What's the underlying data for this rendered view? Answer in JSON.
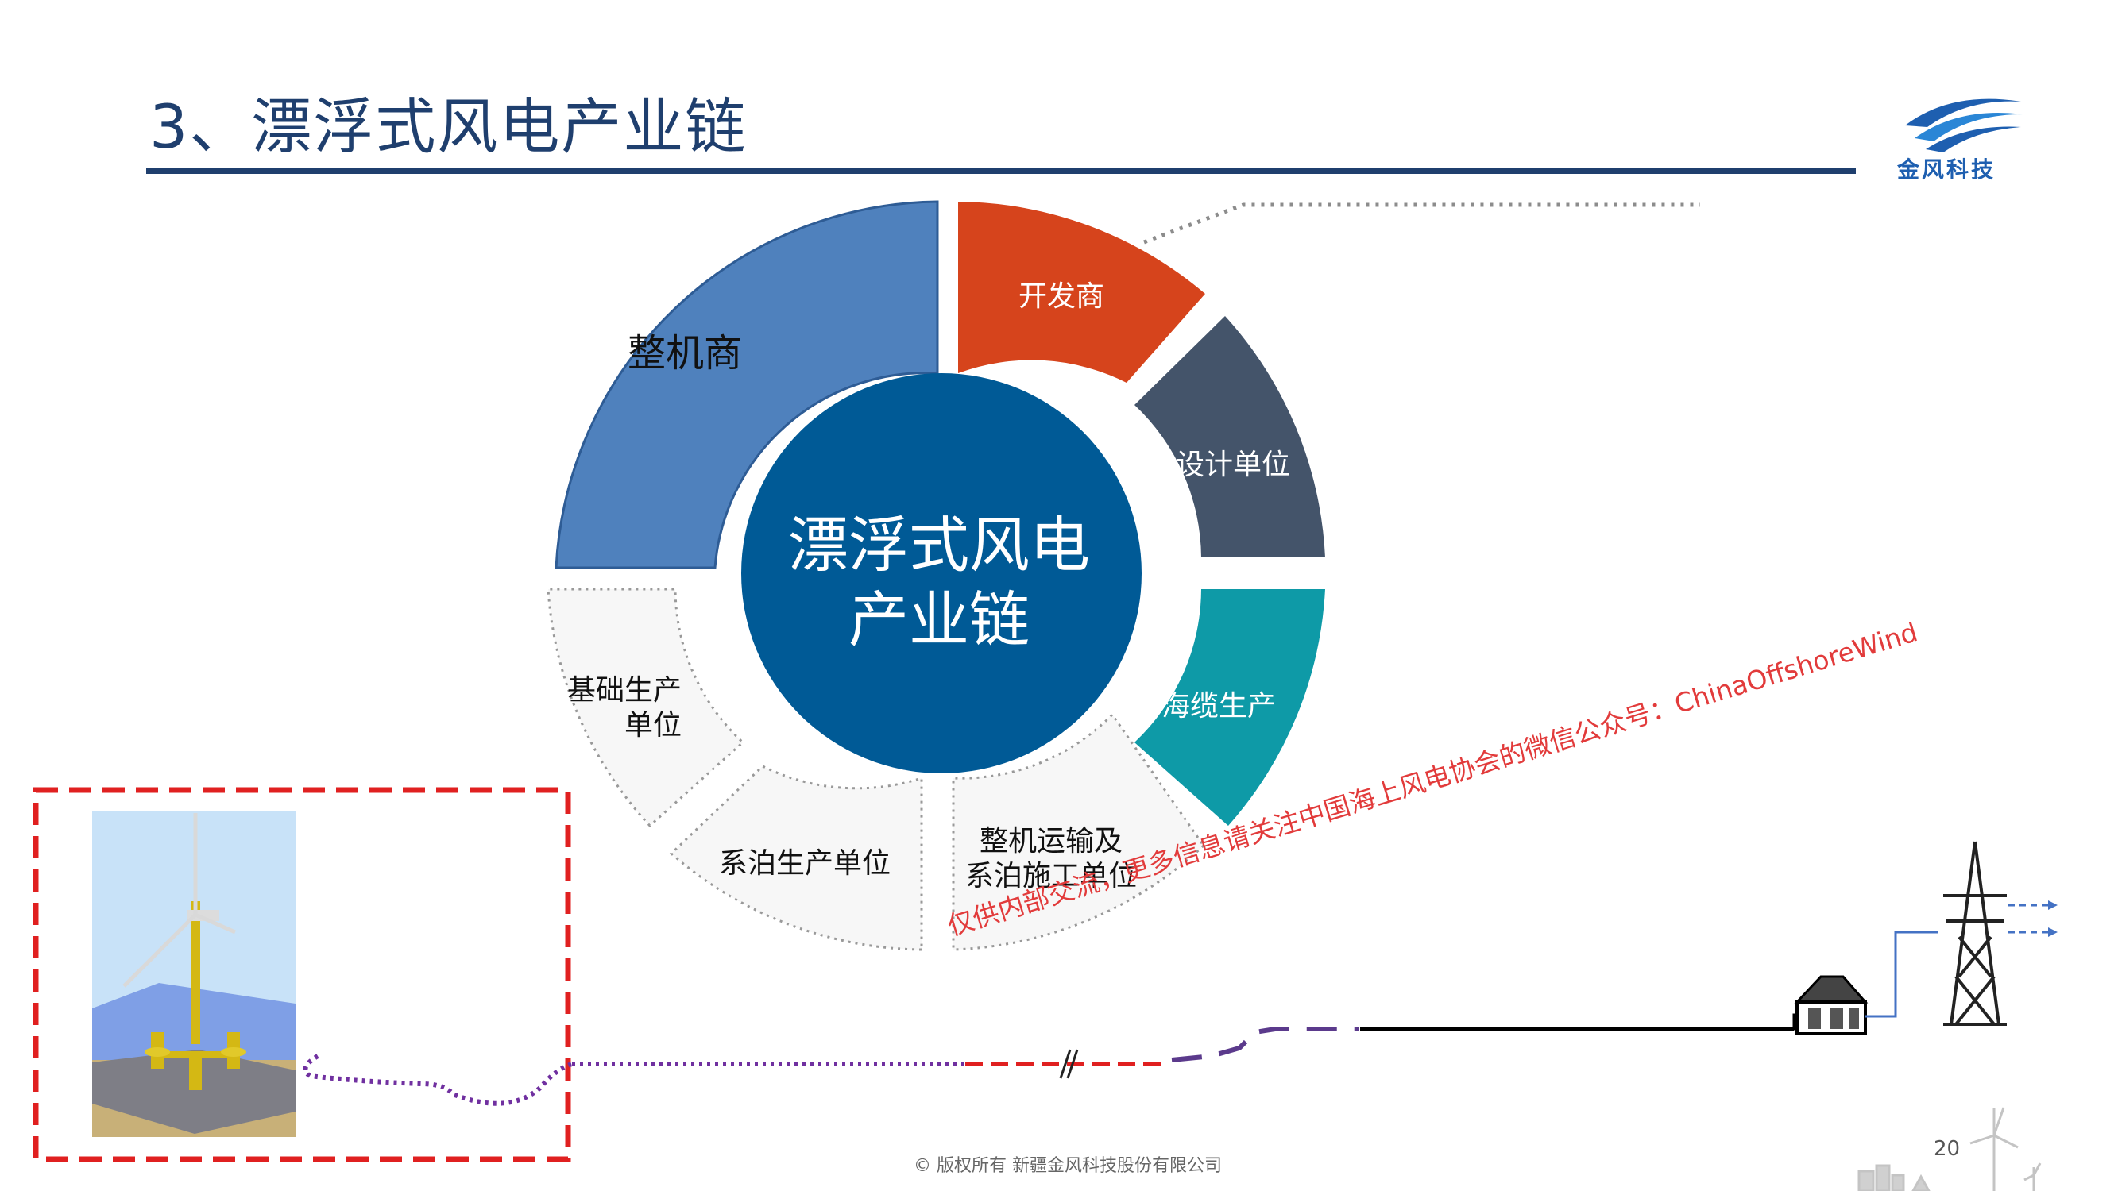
{
  "slide": {
    "title": "3、漂浮式风电产业链",
    "logo_text": "金风科技",
    "footer": "© 版权所有  新疆金风科技股份有限公司",
    "page_number": "20",
    "watermark": "仅供内部交流，更多信息请关注中国海上风电协会的微信公众号：ChinaOffshoreWind"
  },
  "ring": {
    "center_line1": "漂浮式风电",
    "center_line2": "产业链",
    "segments": [
      {
        "label": "整机商",
        "color": "#4f81bd",
        "style": "filled"
      },
      {
        "label": "开发商",
        "color": "#d6441c",
        "style": "filled"
      },
      {
        "label": "设计单位",
        "color": "#44546a",
        "style": "filled"
      },
      {
        "label": "海缆生产",
        "color": "#0e9aa7",
        "style": "filled"
      },
      {
        "label_line1": "整机运输及",
        "label_line2": "系泊施工单位",
        "color": "#f7f7f7",
        "style": "dotted"
      },
      {
        "label": "系泊生产单位",
        "color": "#f7f7f7",
        "style": "dotted"
      },
      {
        "label_line1": "基础生产",
        "label_line2": "单位",
        "color": "#f7f7f7",
        "style": "dotted"
      }
    ],
    "center_color": "#005a96"
  },
  "colors": {
    "title": "#1f3f6e",
    "highlight_box": "#e02020",
    "cable_dotted": "#7030a0",
    "watermark": "#e23b3b"
  }
}
